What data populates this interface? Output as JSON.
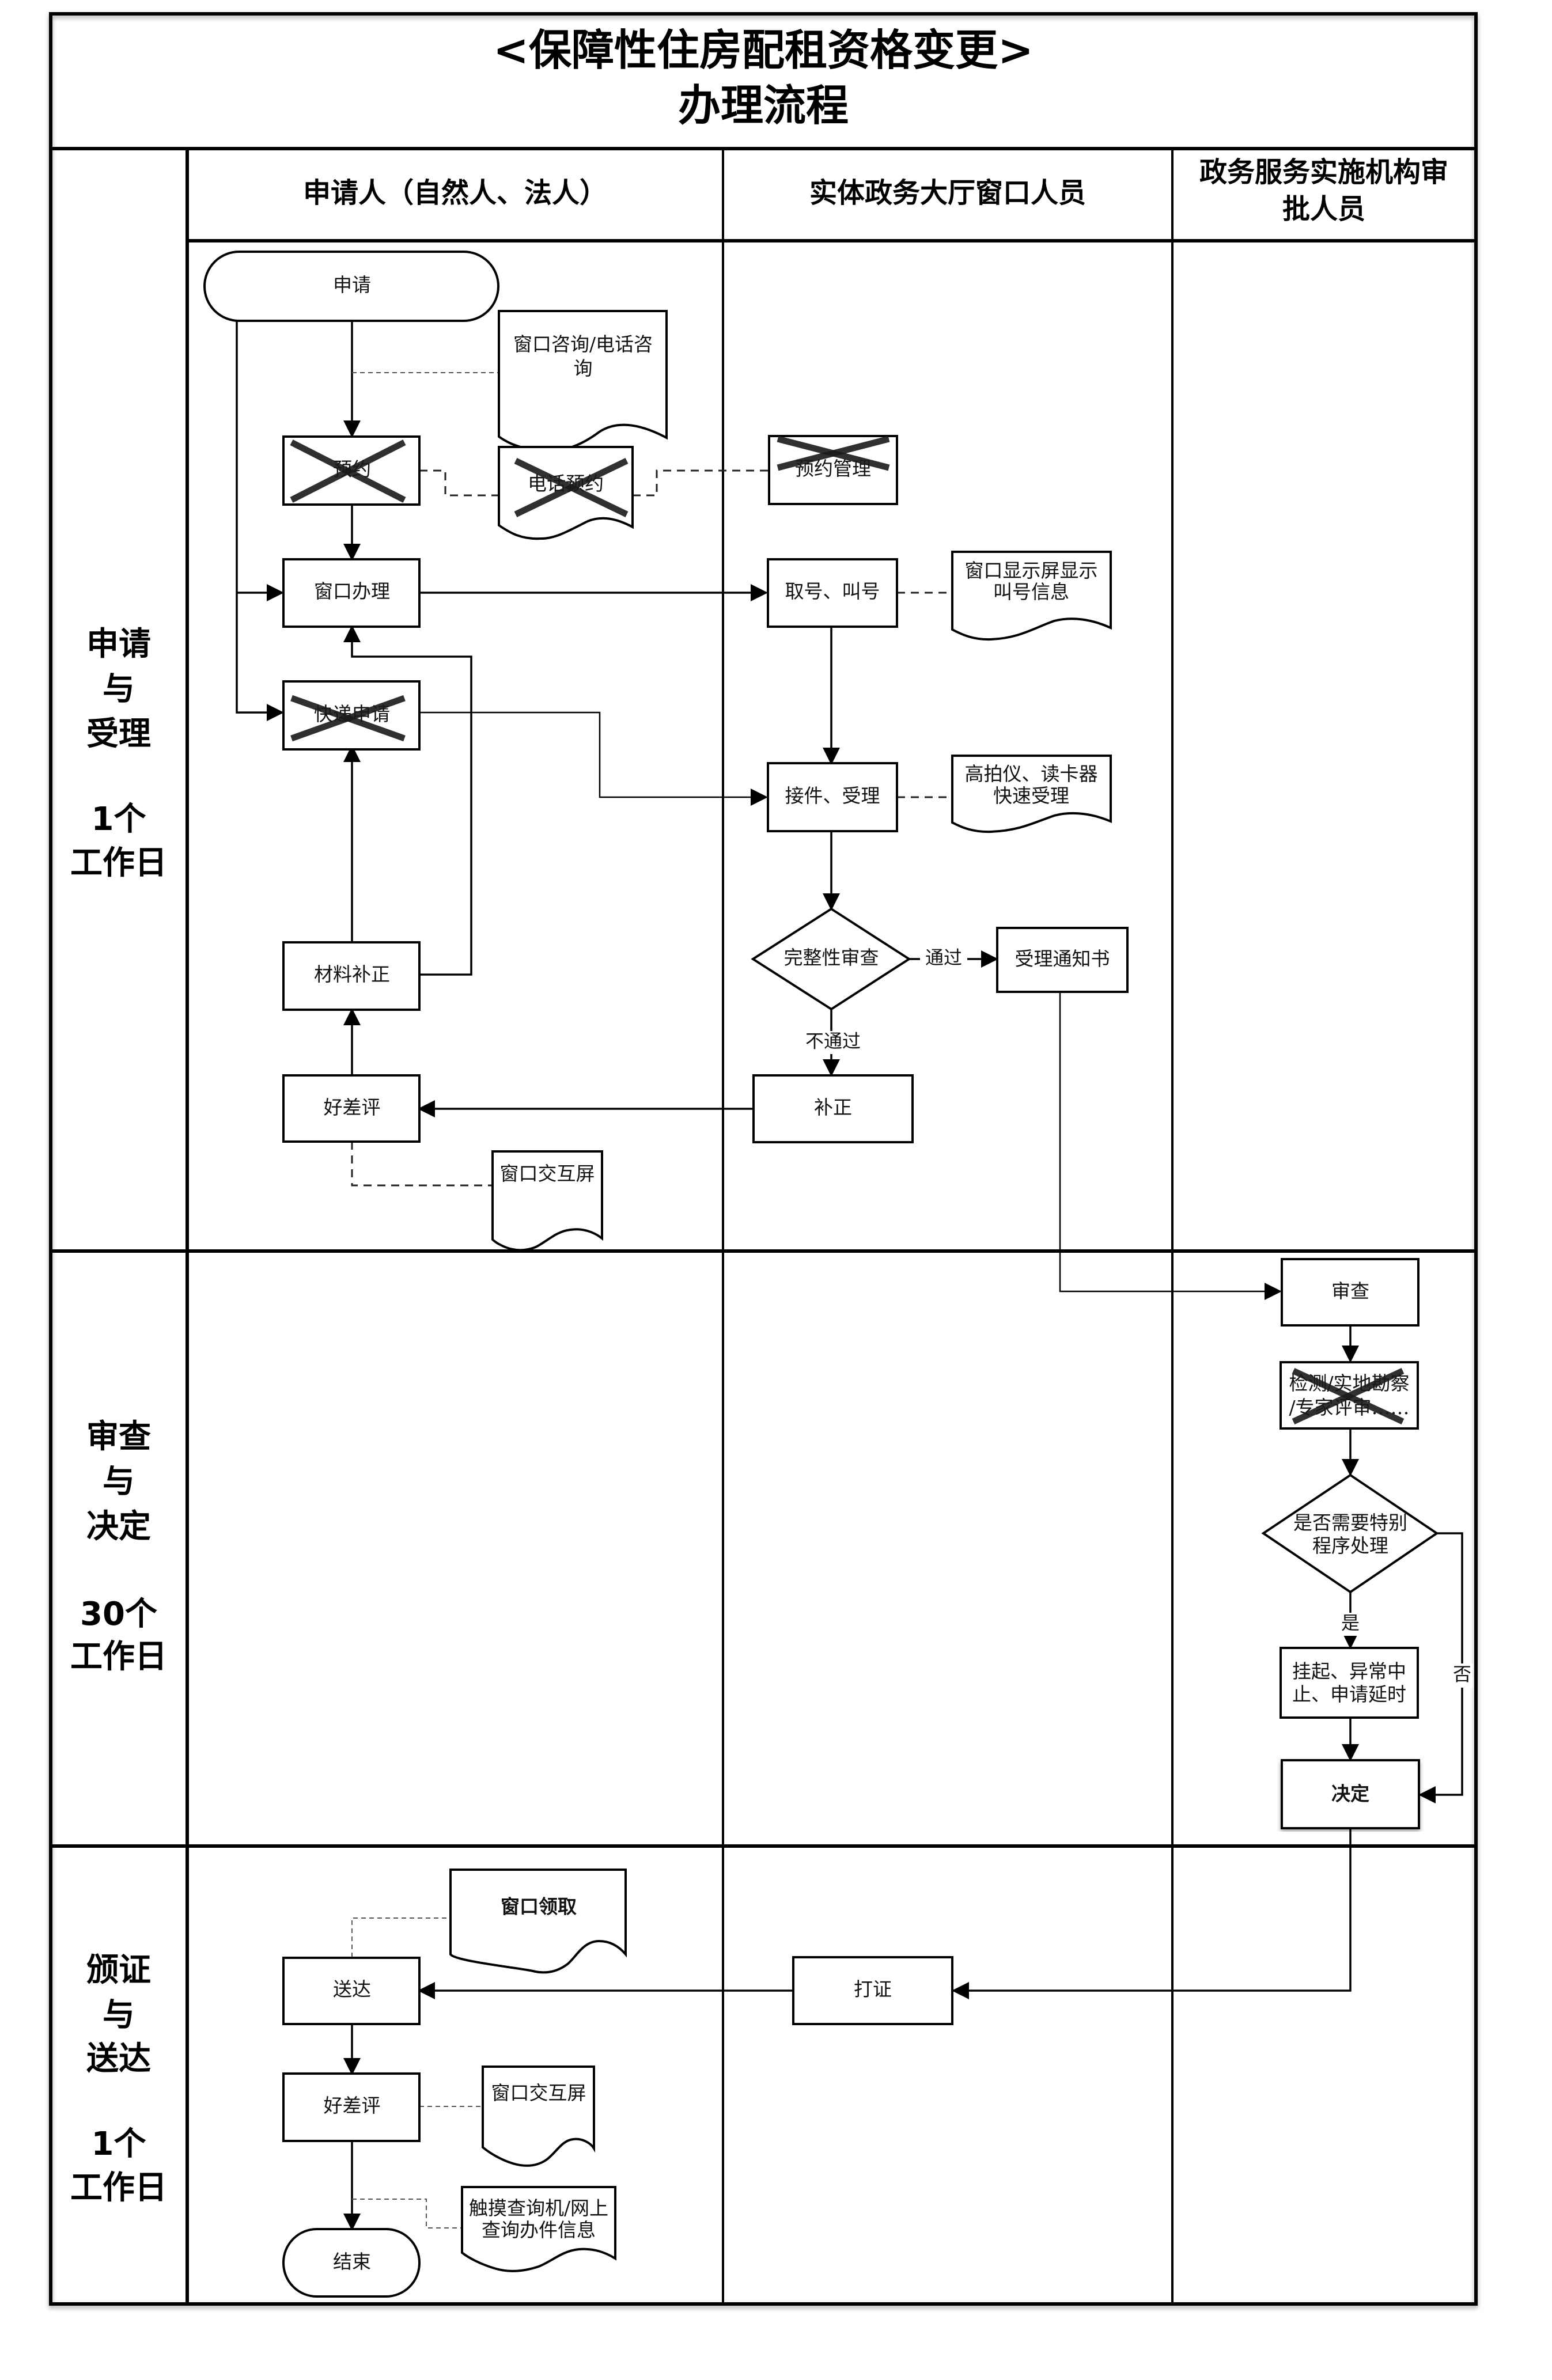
{
  "title": {
    "line1": "<保障性住房配租资格变更>",
    "line2": "办理流程"
  },
  "lanes": [
    {
      "id": "applicant",
      "label": "申请人（自然人、法人）"
    },
    {
      "id": "window_staff",
      "label": "实体政务大厅窗口人员"
    },
    {
      "id": "approver",
      "label_line1": "政务服务实施机构审",
      "label_line2": "批人员"
    }
  ],
  "phases": [
    {
      "id": "apply_accept",
      "line1": "申请",
      "line2": "与",
      "line3": "受理",
      "duration_line1": "1个",
      "duration_line2": "工作日"
    },
    {
      "id": "review_decide",
      "line1": "审查",
      "line2": "与",
      "line3": "决定",
      "duration_line1": "30个",
      "duration_line2": "工作日"
    },
    {
      "id": "issue_deliver",
      "line1": "颁证",
      "line2": "与",
      "line3": "送达",
      "duration_line1": "1个",
      "duration_line2": "工作日"
    }
  ],
  "nodes": {
    "apply": {
      "label": "申请",
      "type": "terminator"
    },
    "consult_doc": {
      "line1": "窗口咨询/电话咨",
      "line2": "询",
      "type": "document"
    },
    "reserve": {
      "label": "预约",
      "type": "process",
      "crossed_out": true
    },
    "phone_reserve": {
      "label": "电话预约",
      "type": "document",
      "crossed_out": true
    },
    "reserve_manage": {
      "label": "预约管理",
      "type": "process",
      "crossed_out": true
    },
    "window_handle": {
      "label": "窗口办理",
      "type": "process"
    },
    "take_number": {
      "label": "取号、叫号",
      "type": "process"
    },
    "display_doc": {
      "line1": "窗口显示屏显示",
      "line2": "叫号信息",
      "type": "document"
    },
    "express_apply": {
      "label": "快递申请",
      "type": "process",
      "crossed_out": true
    },
    "receive_accept": {
      "label": "接件、受理",
      "type": "process"
    },
    "scanner_doc": {
      "line1": "高拍仪、读卡器",
      "line2": "快速受理",
      "type": "document"
    },
    "completeness_check": {
      "label": "完整性审查",
      "type": "decision"
    },
    "acceptance_notice": {
      "label": "受理通知书",
      "type": "process"
    },
    "material_fix": {
      "label": "材料补正",
      "type": "process"
    },
    "correction": {
      "label": "补正",
      "type": "process"
    },
    "rating1": {
      "label": "好差评",
      "type": "process"
    },
    "interactive_screen1": {
      "label": "窗口交互屏",
      "type": "document"
    },
    "review": {
      "label": "审查",
      "type": "process"
    },
    "inspection": {
      "line1": "检测/实地勘察",
      "line2": "/专家评审……",
      "type": "process",
      "crossed_out": true
    },
    "special_procedure": {
      "line1": "是否需要特别",
      "line2": "程序处理",
      "type": "decision"
    },
    "suspend": {
      "line1": "挂起、异常中",
      "line2": "止、申请延时",
      "type": "process"
    },
    "decision": {
      "label": "决定",
      "type": "process"
    },
    "print_cert": {
      "label": "打证",
      "type": "process"
    },
    "deliver": {
      "label": "送达",
      "type": "process"
    },
    "window_pickup": {
      "label": "窗口领取",
      "type": "document"
    },
    "rating2": {
      "label": "好差评",
      "type": "process"
    },
    "interactive_screen2": {
      "label": "窗口交互屏",
      "type": "document"
    },
    "query_doc": {
      "line1": "触摸查询机/网上",
      "line2": "查询办件信息",
      "type": "document"
    },
    "end": {
      "label": "结束",
      "type": "terminator"
    }
  },
  "edge_labels": {
    "pass": "通过",
    "fail": "不通过",
    "yes": "是",
    "no": "否"
  }
}
